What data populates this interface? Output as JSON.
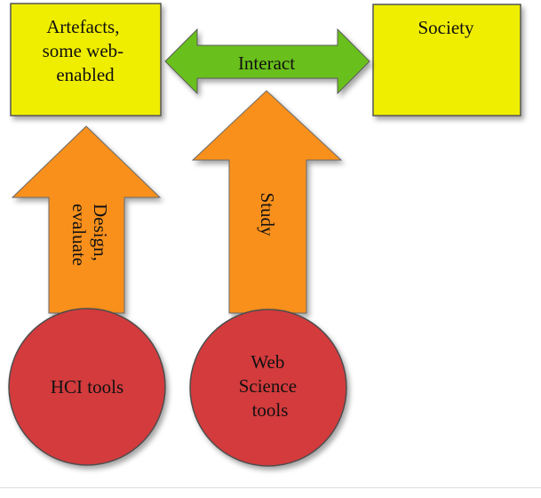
{
  "nodes": {
    "artefacts": {
      "lines": [
        "Artefacts,",
        "some web-",
        "enabled"
      ],
      "fill": "#f0ee00"
    },
    "society": {
      "label": "Society",
      "fill": "#f0ee00"
    },
    "hci_tools": {
      "label": "HCI tools",
      "fill": "#d33a3e"
    },
    "web_science_tools": {
      "lines": [
        "Web",
        "Science",
        "tools"
      ],
      "fill": "#d33a3e"
    }
  },
  "arrows": {
    "interact": {
      "label": "Interact",
      "fill": "#69c01f"
    },
    "design_evaluate": {
      "lines": [
        "Design,",
        "evaluate"
      ],
      "fill": "#f9901e"
    },
    "study": {
      "label": "Study",
      "fill": "#f9901e"
    }
  }
}
